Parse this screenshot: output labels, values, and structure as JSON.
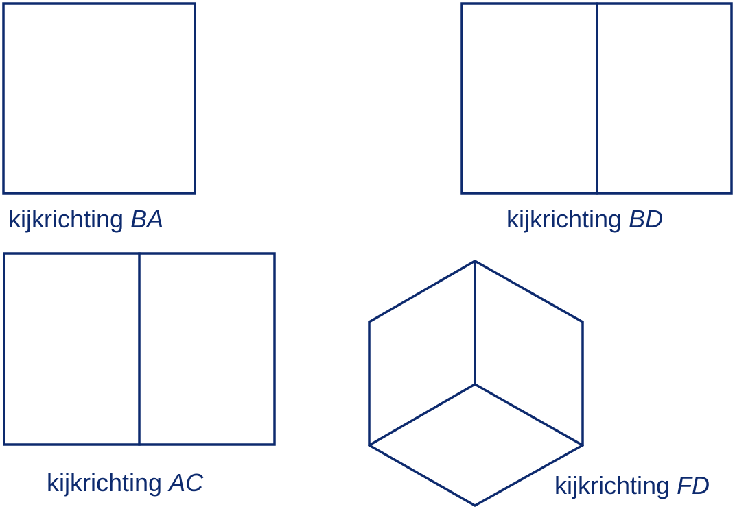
{
  "colors": {
    "line": "#0d2a6e",
    "text": "#0d2a6e",
    "background": "#ffffff"
  },
  "views": [
    {
      "prefix": "kijkrichting",
      "direction": "BA"
    },
    {
      "prefix": "kijkrichting",
      "direction": "BD"
    },
    {
      "prefix": "kijkrichting",
      "direction": "AC"
    },
    {
      "prefix": "kijkrichting",
      "direction": "FD"
    }
  ]
}
